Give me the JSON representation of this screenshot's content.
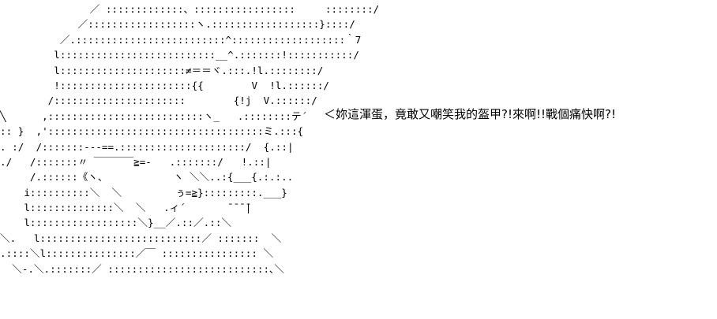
{
  "art": {
    "lines": [
      "               ／ :::::::::::::、:::::::::::::::::     ::::::::/",
      "             ／::::::::::::::::::ヽ.::::::::::::::::::}::::/",
      "          ／.:::::::::::::::::::::::::^:::::::::::::::::::｀7",
      "         l::::::::::::::::::::::::::__^.:::::::!:::::::::::/",
      "         l:::::::::::::::::::::≠＝＝ヾ.:::.!l.::::::::/",
      "         !::::::::::::::::::::::{{        V  !l.::::::/",
      "        /::::::::::::::::::::::        {!j  V.::::::/",
      "╲      ,::::::::::::::::::::::::::ヽ_   .::::::::テ´",
      ":: }  ,'::::::::::::::::::::::::::::::::::::ミ.:::{",
      ". :/  /:::::::---==.:::::::::::::::::::::/  {.::|",
      "./   /:::::::〃 ￣￣￣￣≧=-   .:::::::/   !.::|",
      "     /.::::::《ヽ、           ヽ ＼＼..:{___{.:.:..",
      "    i::::::::::＼  ＼         ぅ=≧}:::::::::.___}",
      "    l::::::::::::::＼  ＼   .ィ´       ̄ ̄ ̄ ̄|",
      "    l::::::::::::::::::＼}__／.::／.::＼",
      "＼.   l:::::::::::::::::::::::::::／ :::::::  ＼",
      ".::::＼l:::::::::::::::／￣ :::::::::::::::: ＼",
      "  ＼-.＼.:::::::／ :::::::::::::::::::::::::::､＼"
    ]
  },
  "speech": {
    "text": "＜妳這渾蛋，竟敢又嘲笑我的盔甲?!來啊!!戰個痛快啊?!"
  }
}
